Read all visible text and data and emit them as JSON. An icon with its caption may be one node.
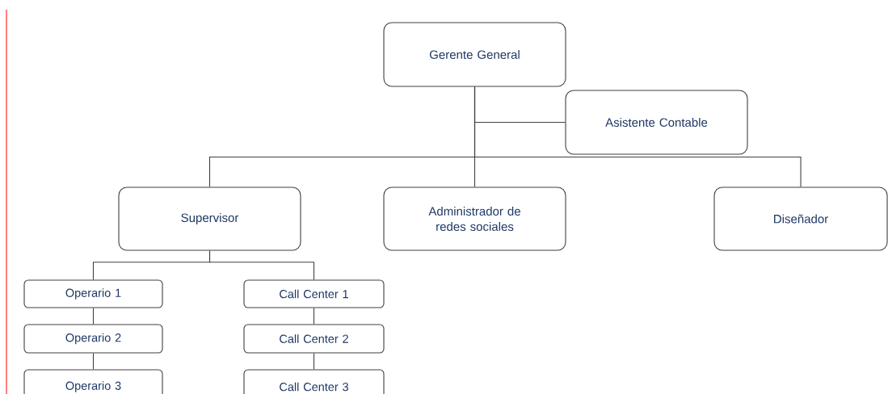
{
  "diagram": {
    "nodes": [
      {
        "text": [
          "Gerente General"
        ]
      },
      {
        "text": [
          "Asistente Contable"
        ]
      },
      {
        "text": [
          "Supervisor"
        ]
      },
      {
        "text": [
          "Administrador de redes sociales"
        ]
      },
      {
        "text": [
          "Diseñador"
        ]
      },
      {
        "text": [
          "Operario 1"
        ]
      },
      {
        "text": [
          "Operario 2"
        ]
      },
      {
        "text": [
          "Operario 3"
        ]
      },
      {
        "text": [
          "Call Center 1"
        ]
      },
      {
        "text": [
          "Call Center 2"
        ]
      },
      {
        "text": [
          "Call Center 3"
        ]
      }
    ],
    "edges": [
      {
        "from": 0,
        "to": 1,
        "arrow": "none"
      },
      {
        "from": 0,
        "to": 2,
        "arrow": "none"
      },
      {
        "from": 0,
        "to": 3,
        "arrow": "none"
      },
      {
        "from": 0,
        "to": 4,
        "arrow": "none"
      },
      {
        "from": 2,
        "to": 5,
        "arrow": "none"
      },
      {
        "from": 5,
        "to": 6,
        "arrow": "none"
      },
      {
        "from": 6,
        "to": 7,
        "arrow": "none"
      },
      {
        "from": 2,
        "to": 8,
        "arrow": "none"
      },
      {
        "from": 8,
        "to": 9,
        "arrow": "none"
      },
      {
        "from": 9,
        "to": 10,
        "arrow": "none"
      }
    ]
  }
}
